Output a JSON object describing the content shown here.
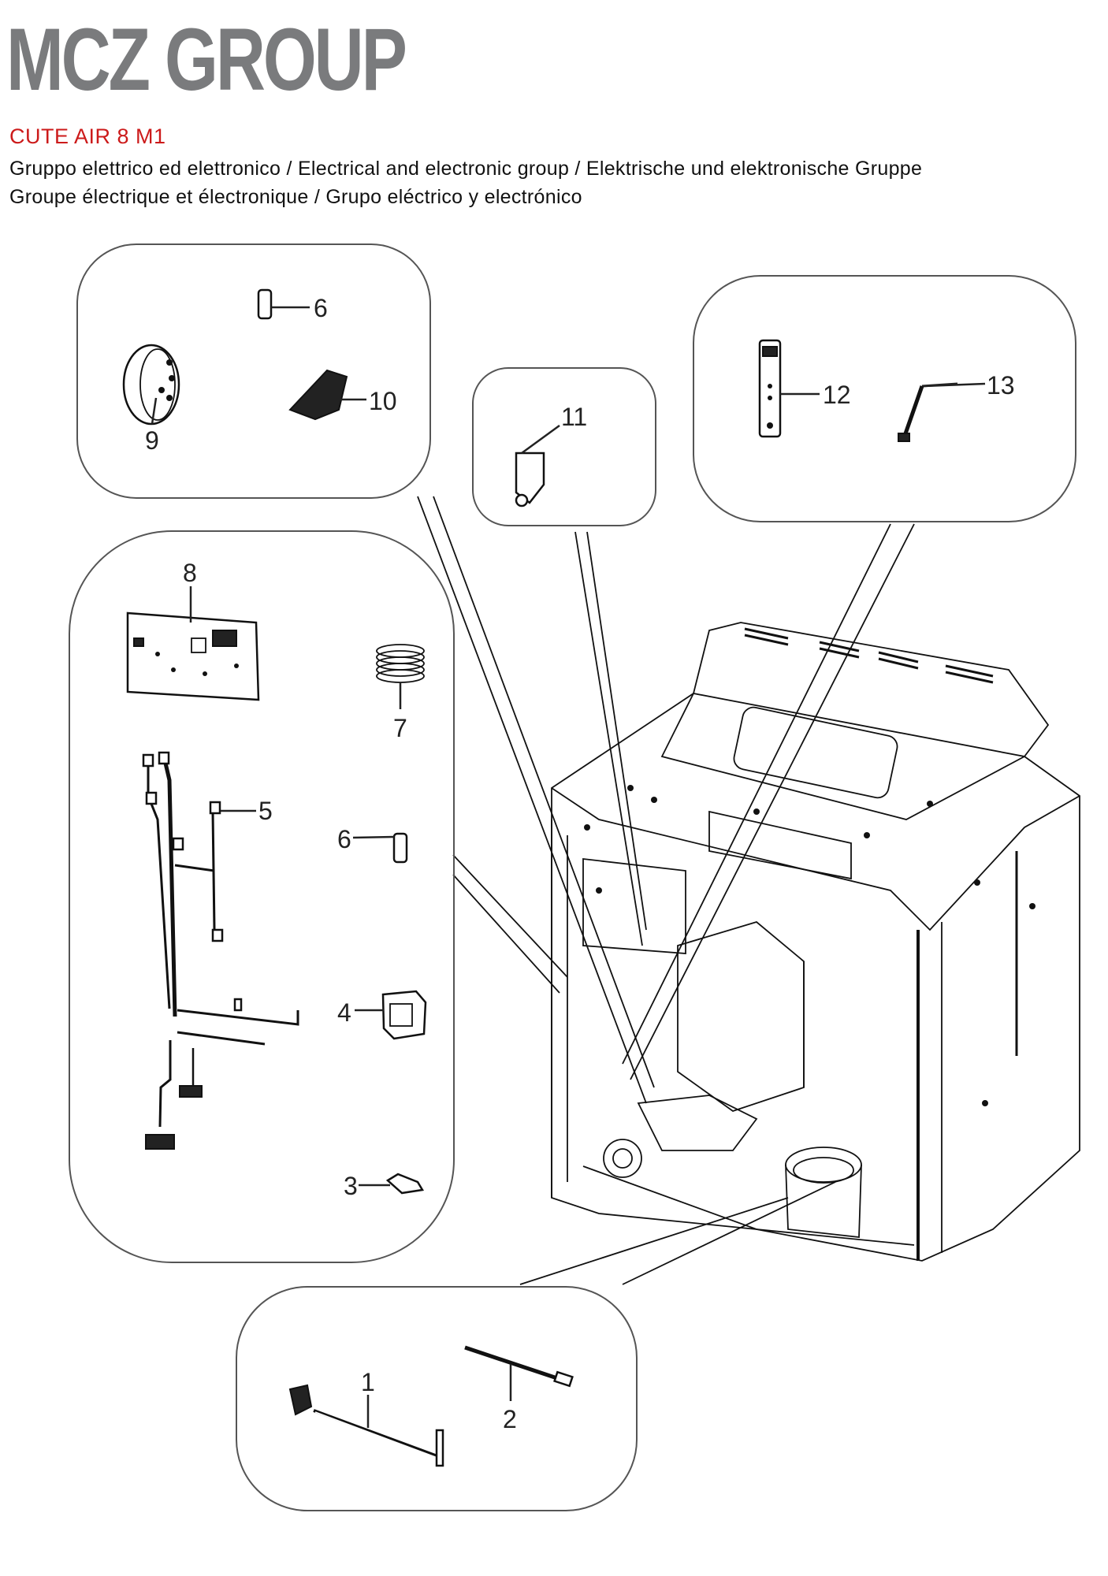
{
  "header": {
    "brand": "MCZ GROUP",
    "model": "CUTE AIR 8 M1",
    "subtitle_line1": "Gruppo elettrico ed elettronico / Electrical and electronic group / Elektrische und elektronische Gruppe",
    "subtitle_line2": "Groupe électrique et électronique / Grupo eléctrico y electrónico"
  },
  "colors": {
    "brand": "#7a7b7d",
    "model": "#cc1a1a",
    "text": "#111111"
  },
  "callouts": {
    "c1": "1",
    "c2": "2",
    "c3": "3",
    "c4": "4",
    "c5": "5",
    "c6a": "6",
    "c6b": "6",
    "c7": "7",
    "c8": "8",
    "c9": "9",
    "c10": "10",
    "c11": "11",
    "c12": "12",
    "c13": "13"
  },
  "groups": [
    {
      "name": "top-left-group",
      "parts": [
        "6",
        "9",
        "10"
      ]
    },
    {
      "name": "top-center-group",
      "parts": [
        "11"
      ]
    },
    {
      "name": "top-right-group",
      "parts": [
        "12",
        "13"
      ]
    },
    {
      "name": "left-group",
      "parts": [
        "3",
        "4",
        "5",
        "6",
        "7",
        "8"
      ]
    },
    {
      "name": "bottom-group",
      "parts": [
        "1",
        "2"
      ]
    }
  ]
}
